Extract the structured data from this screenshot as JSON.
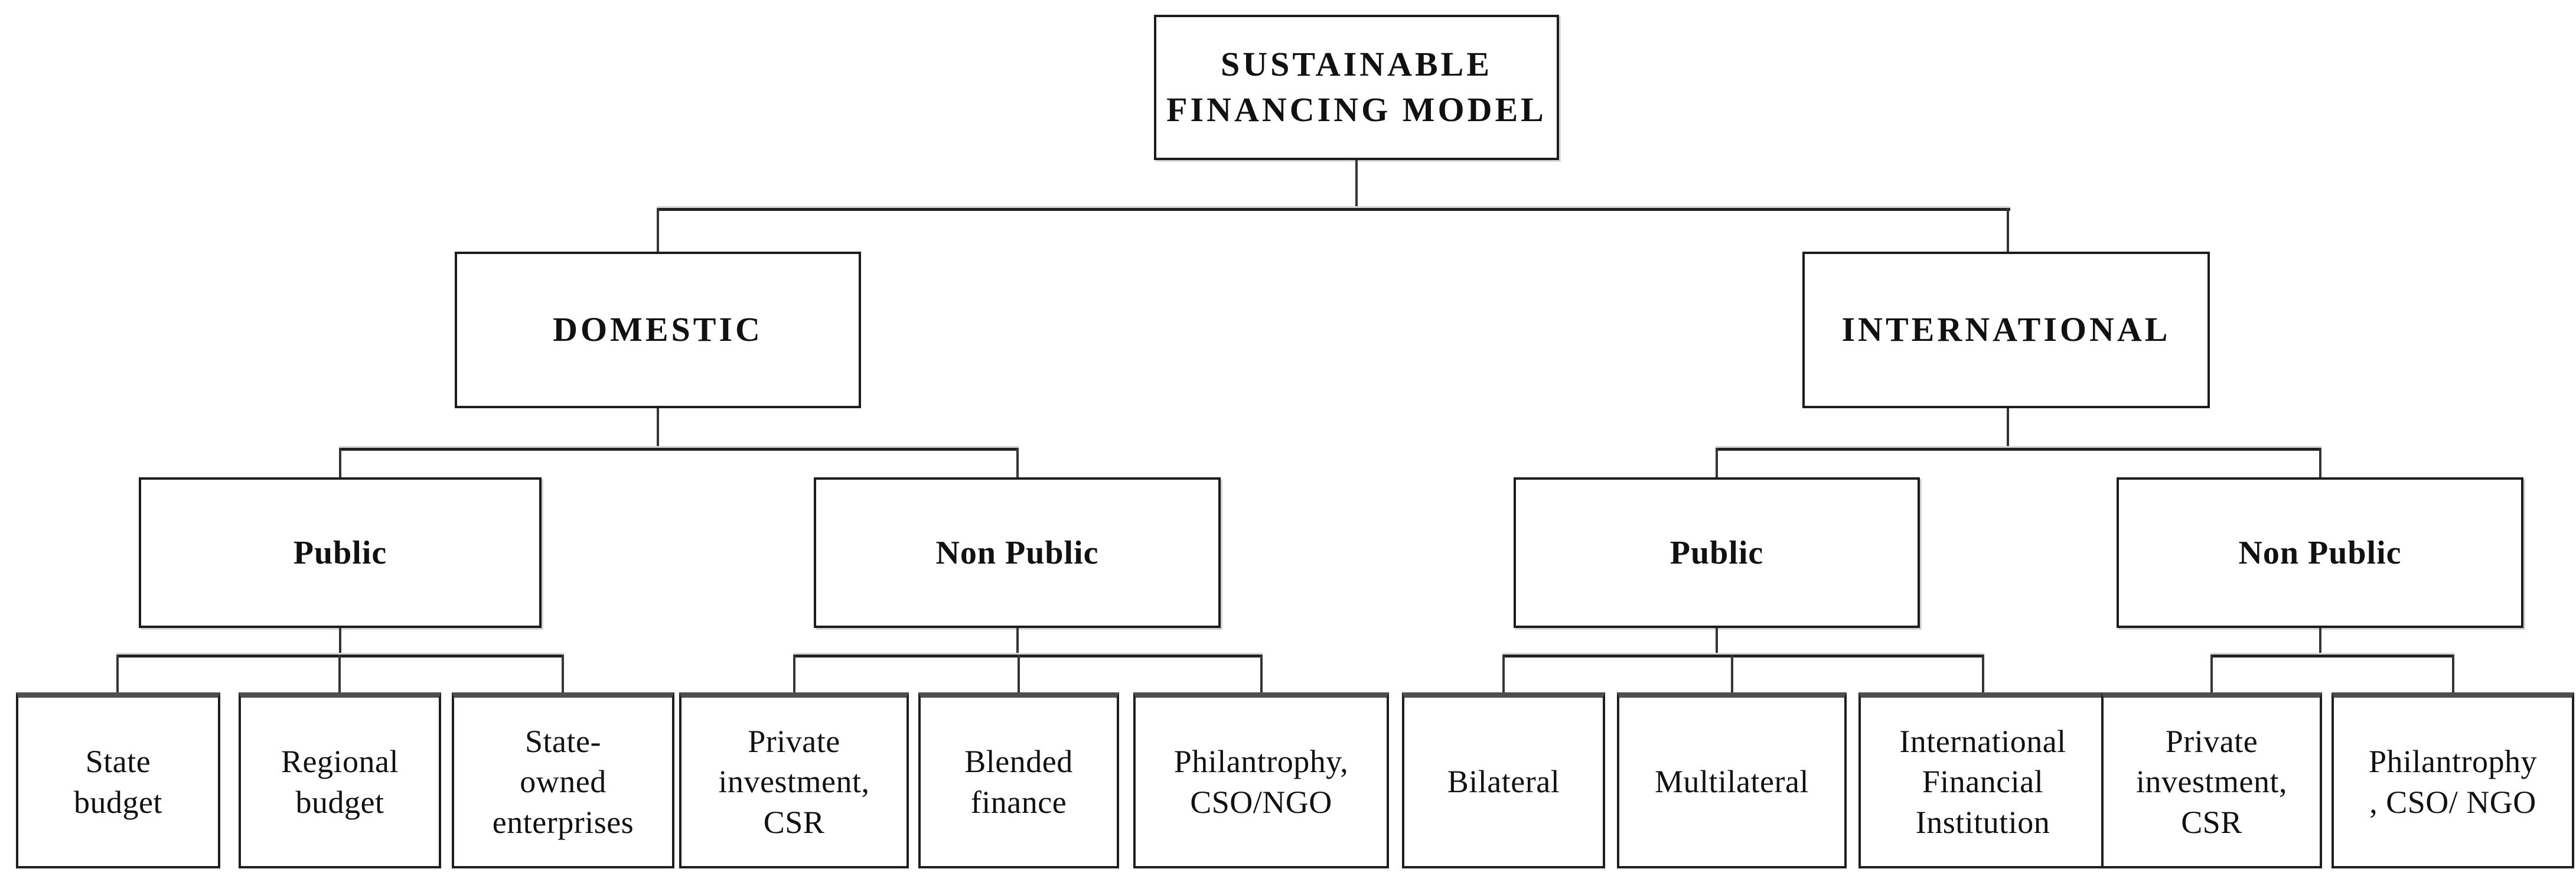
{
  "diagram": {
    "title": "Sustainable financing model hierarchy",
    "colors": {
      "background": "#ffffff",
      "box_border": "#1c1c1c",
      "leaf_top_edge": "#4e4e4e",
      "connector": "#353535",
      "text": "#111111"
    },
    "root": {
      "label": "SUSTAINABLE\nFINANCING MODEL"
    },
    "branches": [
      {
        "label": "DOMESTIC",
        "groups": [
          {
            "label": "Public",
            "leaves": [
              {
                "label": "State\nbudget"
              },
              {
                "label": "Regional\nbudget"
              },
              {
                "label": "State-\nowned\nenterprises"
              }
            ]
          },
          {
            "label": "Non Public",
            "leaves": [
              {
                "label": "Private\ninvestment,\nCSR"
              },
              {
                "label": "Blended\nfinance"
              },
              {
                "label": "Philantrophy,\nCSO/NGO"
              }
            ]
          }
        ]
      },
      {
        "label": "INTERNATIONAL",
        "groups": [
          {
            "label": "Public",
            "leaves": [
              {
                "label": "Bilateral"
              },
              {
                "label": "Multilateral"
              },
              {
                "label": "International\nFinancial\nInstitution"
              }
            ]
          },
          {
            "label": "Non Public",
            "leaves": [
              {
                "label": "Private\ninvestment,\nCSR"
              },
              {
                "label": "Philantrophy\n, CSO/ NGO"
              }
            ]
          }
        ]
      }
    ]
  }
}
